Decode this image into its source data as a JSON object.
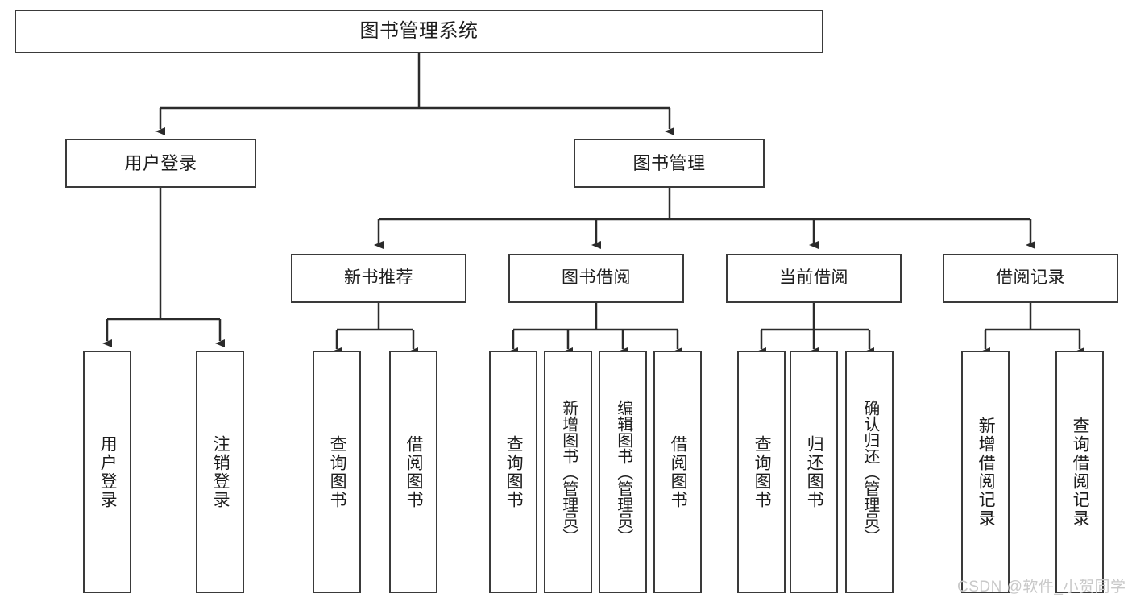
{
  "diagram": {
    "type": "tree",
    "title": "图书管理系统",
    "watermark": "CSDN @软件_小贺同学",
    "colors": {
      "box_border": "#3a3a3a",
      "box_fill": "#ffffff",
      "connector": "#2b2b2b",
      "text": "#1d1d1d",
      "watermark": "#c9c9c9"
    },
    "nodes": {
      "root": {
        "label": "图书管理系统"
      },
      "level2": [
        {
          "label": "用户登录"
        },
        {
          "label": "图书管理"
        }
      ],
      "level3": [
        {
          "label": "新书推荐"
        },
        {
          "label": "图书借阅"
        },
        {
          "label": "当前借阅"
        },
        {
          "label": "借阅记录"
        }
      ],
      "leaves": {
        "user_login": [
          {
            "label": "用户登录"
          },
          {
            "label": "注销登录"
          }
        ],
        "new_book_recommend": [
          {
            "label": "查询图书"
          },
          {
            "label": "借阅图书"
          }
        ],
        "book_borrow": [
          {
            "label": "查询图书"
          },
          {
            "label": "新增图书（管理员）"
          },
          {
            "label": "编辑图书（管理员）"
          },
          {
            "label": "借阅图书"
          }
        ],
        "current_borrow": [
          {
            "label": "查询图书"
          },
          {
            "label": "归还图书"
          },
          {
            "label": "确认归还（管理员）"
          }
        ],
        "borrow_record": [
          {
            "label": "新增借阅记录"
          },
          {
            "label": "查询借阅记录"
          }
        ]
      }
    }
  }
}
